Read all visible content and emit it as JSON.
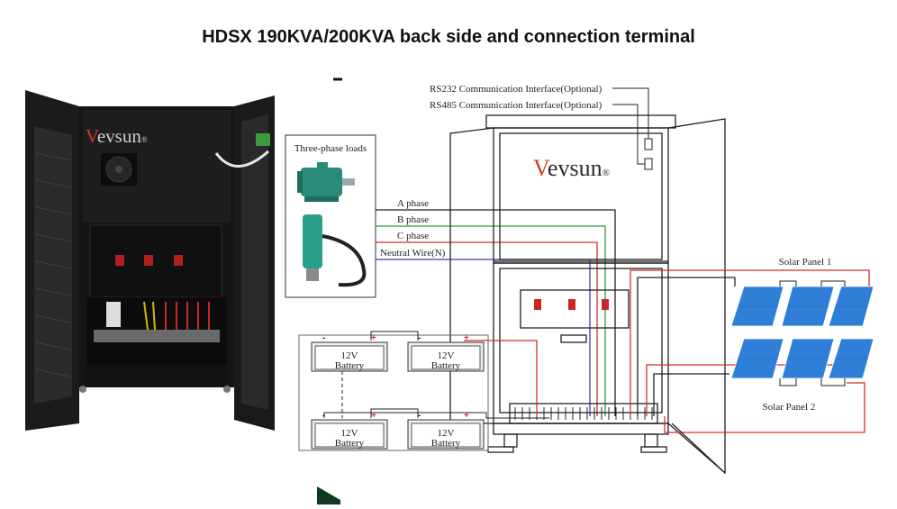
{
  "title": "HDSX  190KVA/200KVA back side and connection terminal",
  "brand": {
    "letter": "V",
    "rest": "evsun",
    "mark": "®"
  },
  "loads": {
    "title": "Three-phase loads"
  },
  "phases": [
    "A phase",
    "B  phase",
    "C  phase",
    "Neutral Wire(N)"
  ],
  "interfaces": [
    "RS232 Communication Interface(Optional)",
    "RS485 Communication Interface(Optional)"
  ],
  "battery": {
    "line1": "12V",
    "line2": "Battery",
    "pos": "+",
    "neg": "-"
  },
  "solar": [
    "Solar Panel 1",
    "Solar Panel 2"
  ],
  "colors": {
    "a_phase": "#222222",
    "b_phase": "#2e9a3c",
    "c_phase": "#d32f2f",
    "neutral": "#3b3bb0",
    "brand": "#d23a1f",
    "panel": "#2f7fd8"
  }
}
